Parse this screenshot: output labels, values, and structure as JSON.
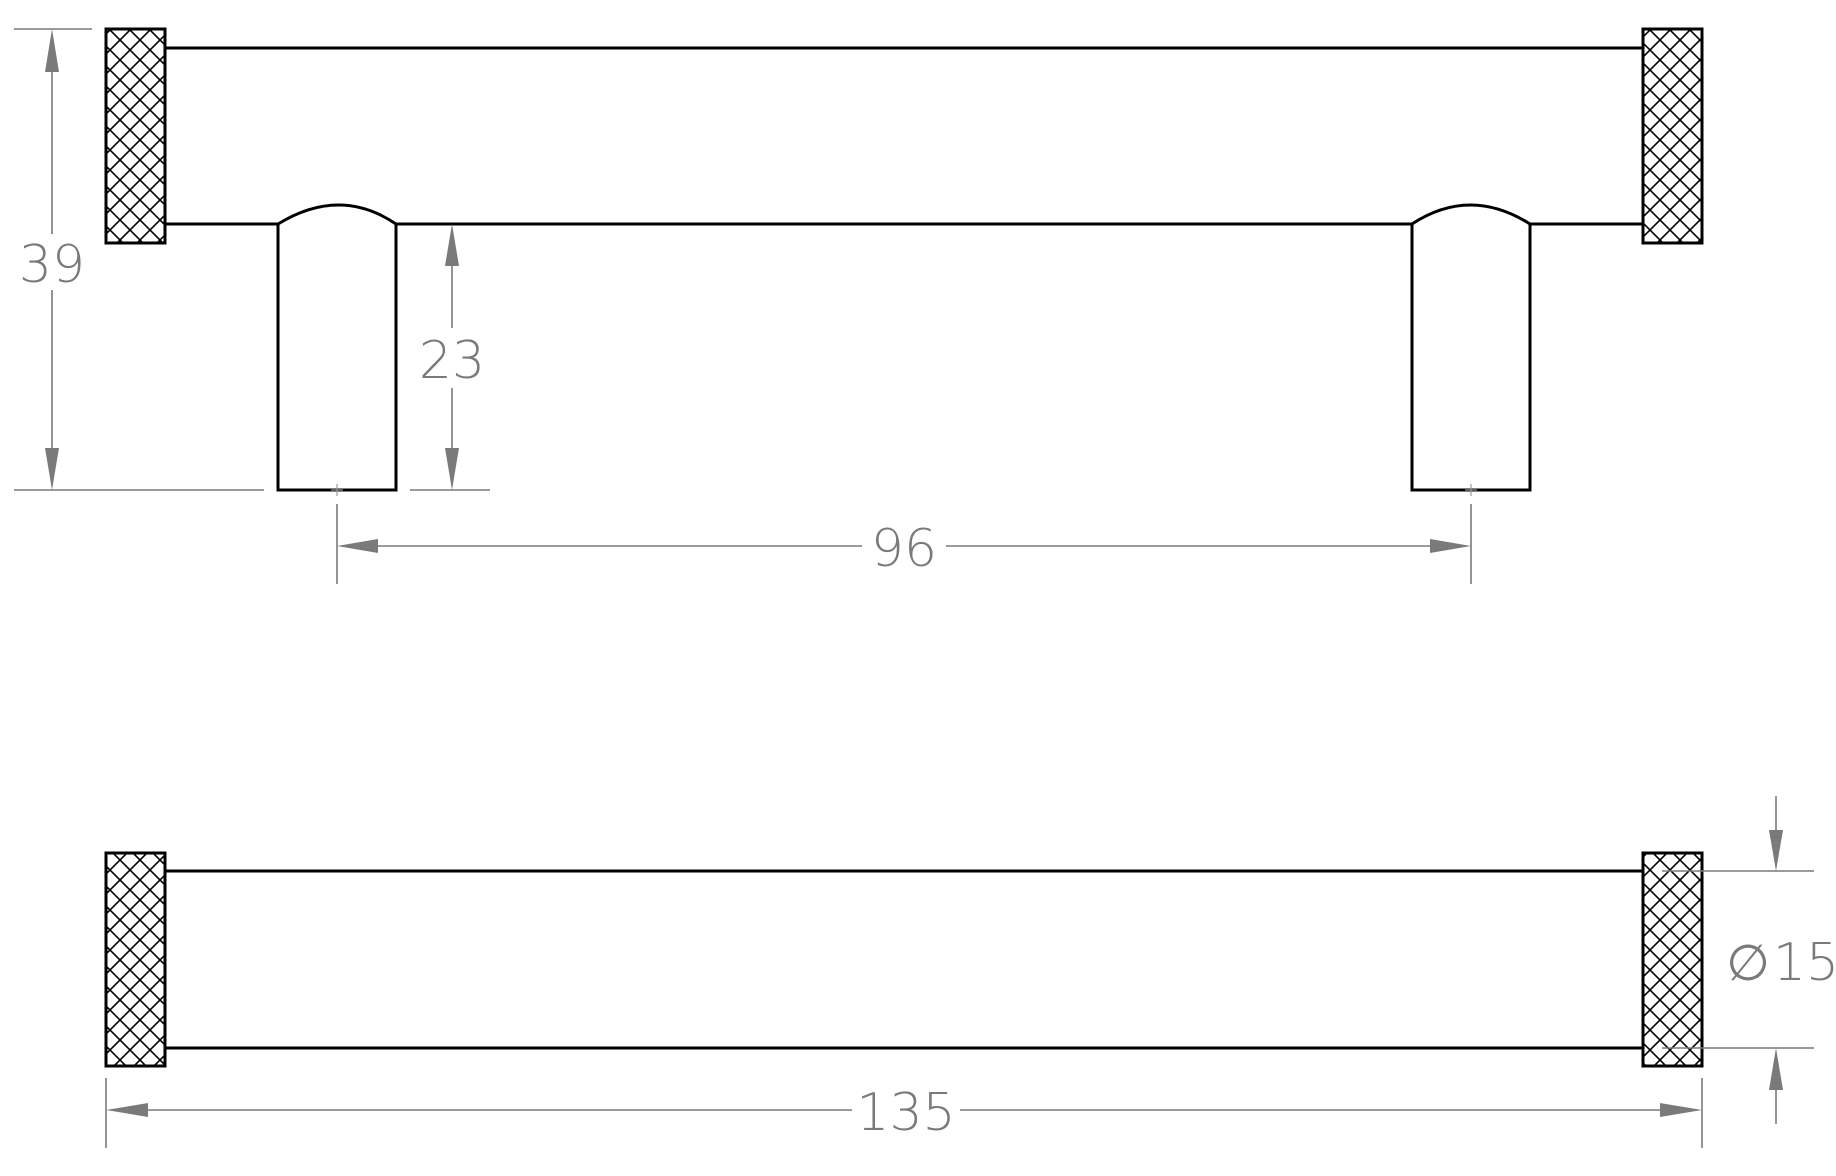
{
  "drawing": {
    "title": "",
    "dimensions": {
      "overall_height": "39",
      "post_height": "23",
      "center_to_center": "96",
      "overall_length": "135",
      "diameter_symbol": "∅",
      "diameter_value": "15"
    },
    "views": [
      "side-view",
      "top-view"
    ],
    "colors": {
      "outline": "#000000",
      "dimension": "#7a7a7a",
      "background": "#ffffff"
    }
  }
}
